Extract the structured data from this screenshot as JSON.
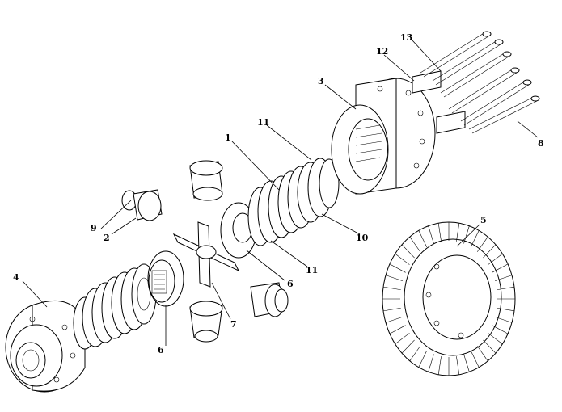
{
  "diagram": {
    "parts": [
      {
        "id": "p1",
        "label": "1"
      },
      {
        "id": "p2",
        "label": "2"
      },
      {
        "id": "p3",
        "label": "3"
      },
      {
        "id": "p4",
        "label": "4"
      },
      {
        "id": "p5",
        "label": "5"
      },
      {
        "id": "p6a",
        "label": "6"
      },
      {
        "id": "p6b",
        "label": "6"
      },
      {
        "id": "p7",
        "label": "7"
      },
      {
        "id": "p8",
        "label": "8"
      },
      {
        "id": "p9",
        "label": "9"
      },
      {
        "id": "p10",
        "label": "10"
      },
      {
        "id": "p11a",
        "label": "11"
      },
      {
        "id": "p11b",
        "label": "11"
      },
      {
        "id": "p12",
        "label": "12"
      },
      {
        "id": "p13",
        "label": "13"
      }
    ]
  }
}
